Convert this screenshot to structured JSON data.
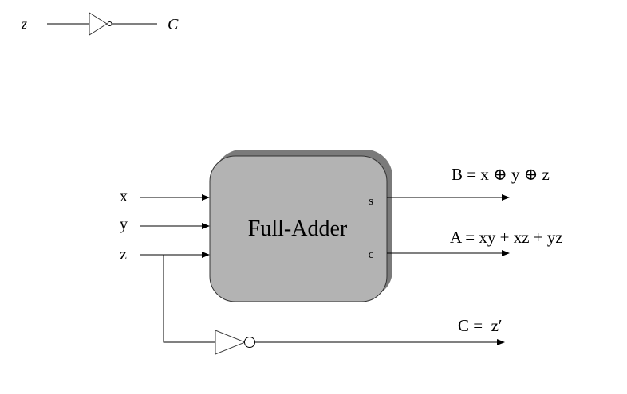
{
  "top_inverter": {
    "input_label": "z",
    "output_label": "C"
  },
  "diagram": {
    "block_label": "Full-Adder",
    "inputs": [
      "x",
      "y",
      "z"
    ],
    "output_ports": [
      "s",
      "c"
    ],
    "output_equations": {
      "s": "B = x ⊕ y ⊕ z",
      "c": "A = xy + xz + yz",
      "inverter": "C =  z′"
    }
  }
}
